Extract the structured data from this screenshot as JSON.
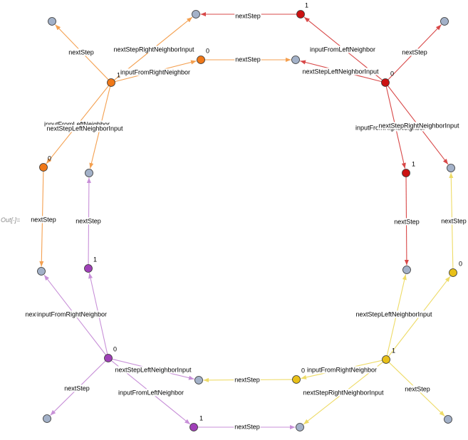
{
  "out_label": "Out[∙]=",
  "colors": {
    "red": "#cc1111",
    "orange": "#f07818",
    "purple": "#a040b8",
    "yellow": "#e8c018",
    "gray": "#a3b1c8",
    "edge_red": "#d84848",
    "edge_orange": "#f4a050",
    "edge_purple": "#c890d8",
    "edge_yellow": "#eedb66"
  },
  "nodes": [
    {
      "id": "r0",
      "color": "red",
      "label": "0"
    },
    {
      "id": "r1",
      "color": "red",
      "label": "1"
    },
    {
      "id": "r2",
      "color": "red",
      "label": "1"
    },
    {
      "id": "o0",
      "color": "orange",
      "label": "1"
    },
    {
      "id": "o1",
      "color": "orange",
      "label": "0"
    },
    {
      "id": "o2",
      "color": "orange",
      "label": "0"
    },
    {
      "id": "p0",
      "color": "purple",
      "label": "0"
    },
    {
      "id": "p1",
      "color": "purple",
      "label": "1"
    },
    {
      "id": "p2",
      "color": "purple",
      "label": "1"
    },
    {
      "id": "y0",
      "color": "yellow",
      "label": "1"
    },
    {
      "id": "y1",
      "color": "yellow",
      "label": "0"
    },
    {
      "id": "y2",
      "color": "yellow",
      "label": "0"
    },
    {
      "id": "g_top",
      "color": "gray",
      "label": ""
    },
    {
      "id": "g_tr",
      "color": "gray",
      "label": ""
    },
    {
      "id": "g_tl",
      "color": "gray",
      "label": ""
    },
    {
      "id": "g_mid_top",
      "color": "gray",
      "label": ""
    },
    {
      "id": "g_right_mid",
      "color": "gray",
      "label": ""
    },
    {
      "id": "g_left_mid",
      "color": "gray",
      "label": ""
    },
    {
      "id": "g_left_low",
      "color": "gray",
      "label": ""
    },
    {
      "id": "g_right_low",
      "color": "gray",
      "label": ""
    },
    {
      "id": "g_bot_mid",
      "color": "gray",
      "label": ""
    },
    {
      "id": "g_bl",
      "color": "gray",
      "label": ""
    },
    {
      "id": "g_bot",
      "color": "gray",
      "label": ""
    },
    {
      "id": "g_br",
      "color": "gray",
      "label": ""
    }
  ],
  "edges": [
    {
      "from": "r1",
      "to": "g_top",
      "color": "edge_red",
      "label": "nextStep"
    },
    {
      "from": "r0",
      "to": "r1",
      "color": "edge_red",
      "label": "inputFromLeftNeighbor"
    },
    {
      "from": "r0",
      "to": "g_tr",
      "color": "edge_red",
      "label": "nextStep"
    },
    {
      "from": "r0",
      "to": "g_mid_top",
      "color": "edge_red",
      "label": "nextStepLeftNeighborInput"
    },
    {
      "from": "r0",
      "to": "r2",
      "color": "edge_red",
      "label": "inputFromRightNeighbor"
    },
    {
      "from": "r0",
      "to": "g_right_mid",
      "color": "edge_red",
      "label": "nextStepRightNeighborInput"
    },
    {
      "from": "r2",
      "to": "g_right_low",
      "color": "edge_red",
      "label": "nextStep"
    },
    {
      "from": "o0",
      "to": "g_tl",
      "color": "edge_orange",
      "label": "nextStep"
    },
    {
      "from": "o0",
      "to": "g_top",
      "color": "edge_orange",
      "label": "nextStepRightNeighborInput"
    },
    {
      "from": "o0",
      "to": "o1",
      "color": "edge_orange",
      "label": "inputFromRightNeighbor"
    },
    {
      "from": "o1",
      "to": "g_mid_top",
      "color": "edge_orange",
      "label": "nextStep"
    },
    {
      "from": "o0",
      "to": "o2",
      "color": "edge_orange",
      "label": "inputFromLeftNeighbor"
    },
    {
      "from": "o0",
      "to": "g_left_mid",
      "color": "edge_orange",
      "label": "nextStepLeftNeighborInput"
    },
    {
      "from": "o2",
      "to": "g_left_low",
      "color": "edge_orange",
      "label": "nextStep"
    },
    {
      "from": "p1",
      "to": "g_left_mid",
      "color": "edge_purple",
      "label": "nextStep"
    },
    {
      "from": "p0",
      "to": "g_left_low",
      "color": "edge_purple",
      "label": "nextStepRightNeighborInput"
    },
    {
      "from": "p0",
      "to": "p1",
      "color": "edge_purple",
      "label": "inputFromRightNeighbor"
    },
    {
      "from": "p0",
      "to": "g_bot_mid",
      "color": "edge_purple",
      "label": "nextStepLeftNeighborInput"
    },
    {
      "from": "p0",
      "to": "g_bl",
      "color": "edge_purple",
      "label": "nextStep"
    },
    {
      "from": "p0",
      "to": "p2",
      "color": "edge_purple",
      "label": "inputFromLeftNeighbor"
    },
    {
      "from": "p2",
      "to": "g_bot",
      "color": "edge_purple",
      "label": "nextStep"
    },
    {
      "from": "y1",
      "to": "g_right_mid",
      "color": "edge_yellow",
      "label": "nextStep"
    },
    {
      "from": "y0",
      "to": "y1",
      "color": "edge_yellow",
      "label": "inputFromLeftNeighbor"
    },
    {
      "from": "y0",
      "to": "g_right_low",
      "color": "edge_yellow",
      "label": "nextStepLeftNeighborInput"
    },
    {
      "from": "y0",
      "to": "y2",
      "color": "edge_yellow",
      "label": "inputFromRightNeighbor"
    },
    {
      "from": "y2",
      "to": "g_bot_mid",
      "color": "edge_yellow",
      "label": "nextStep"
    },
    {
      "from": "y0",
      "to": "g_br",
      "color": "edge_yellow",
      "label": "nextStep"
    },
    {
      "from": "y0",
      "to": "g_bot",
      "color": "edge_yellow",
      "label": "nextStepRightNeighborInput"
    }
  ]
}
